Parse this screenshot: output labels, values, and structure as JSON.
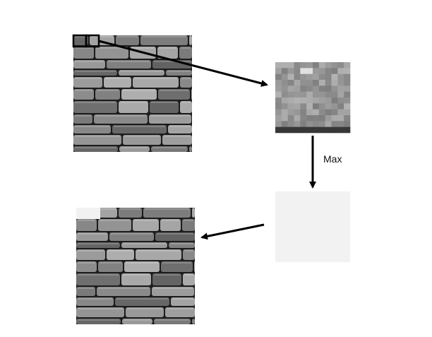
{
  "diagram": {
    "step_label": "Max"
  },
  "colors": {
    "stone_dark": "#2f2f2f",
    "stone_mid": "#7d7d7d",
    "stone_light": "#a9a9a9",
    "mortar": "#1c1c1c",
    "patch_light": "#b8b8b8",
    "result_fill": "#f2f2f2",
    "arrow": "#000000"
  },
  "icons": {
    "source": "stone-wall-texture",
    "patch": "pixelated-patch",
    "result_patch": "uniform-max-patch",
    "output": "stone-wall-texture-modified"
  }
}
